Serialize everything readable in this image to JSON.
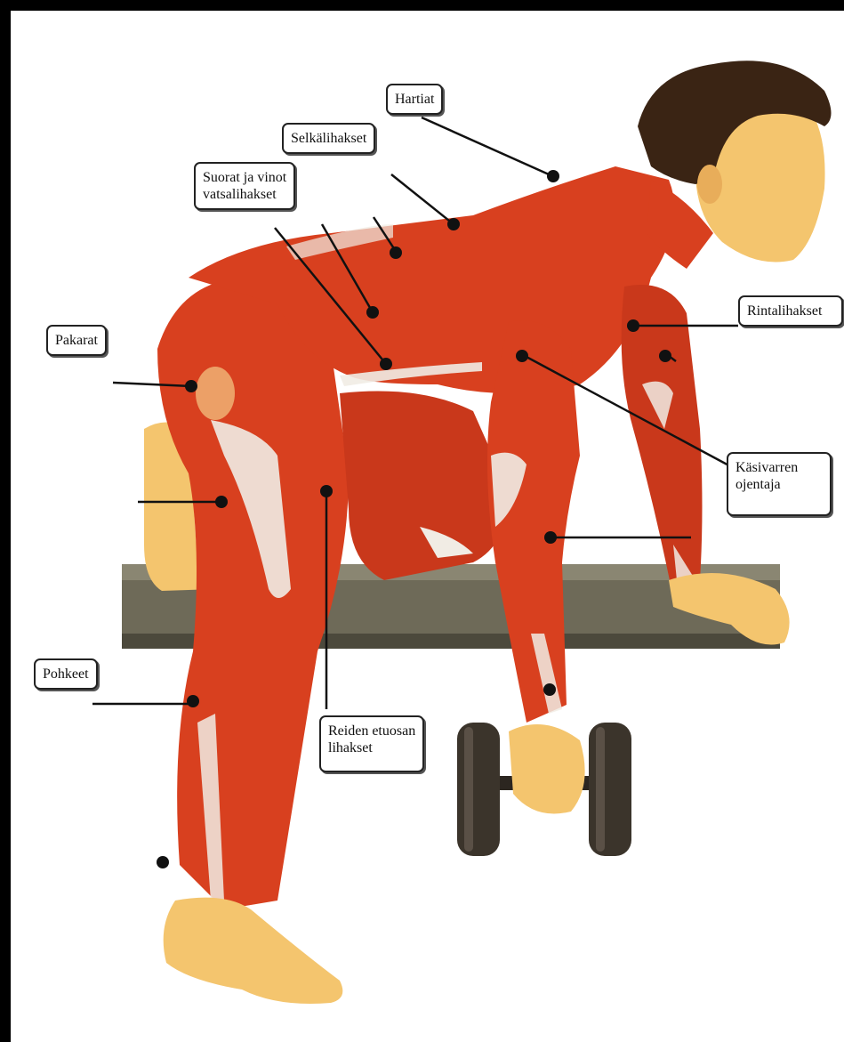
{
  "labels": {
    "hartiat": "Hartiat",
    "selkalihakset": "Selkälihakset",
    "vatsalihakset_1": "Suorat ja vinot",
    "vatsalihakset_2": "vatsalihakset",
    "rintalihakset": "Rintalihakset",
    "pakarat": "Pakarat",
    "kasivarren_1": "Käsivarren",
    "kasivarren_2": "ojentaja",
    "pohkeet": "Pohkeet",
    "reiden_1": "Reiden etuosan",
    "reiden_2": "lihakset"
  },
  "colors": {
    "muscle": "#d8401f",
    "muscle_dark": "#a82a14",
    "skin": "#f4c56e",
    "tendon": "#f1ece4",
    "hair": "#3a2414",
    "bench": "#6e6a58",
    "dumbbell": "#3b342b",
    "frame": "#000000"
  }
}
